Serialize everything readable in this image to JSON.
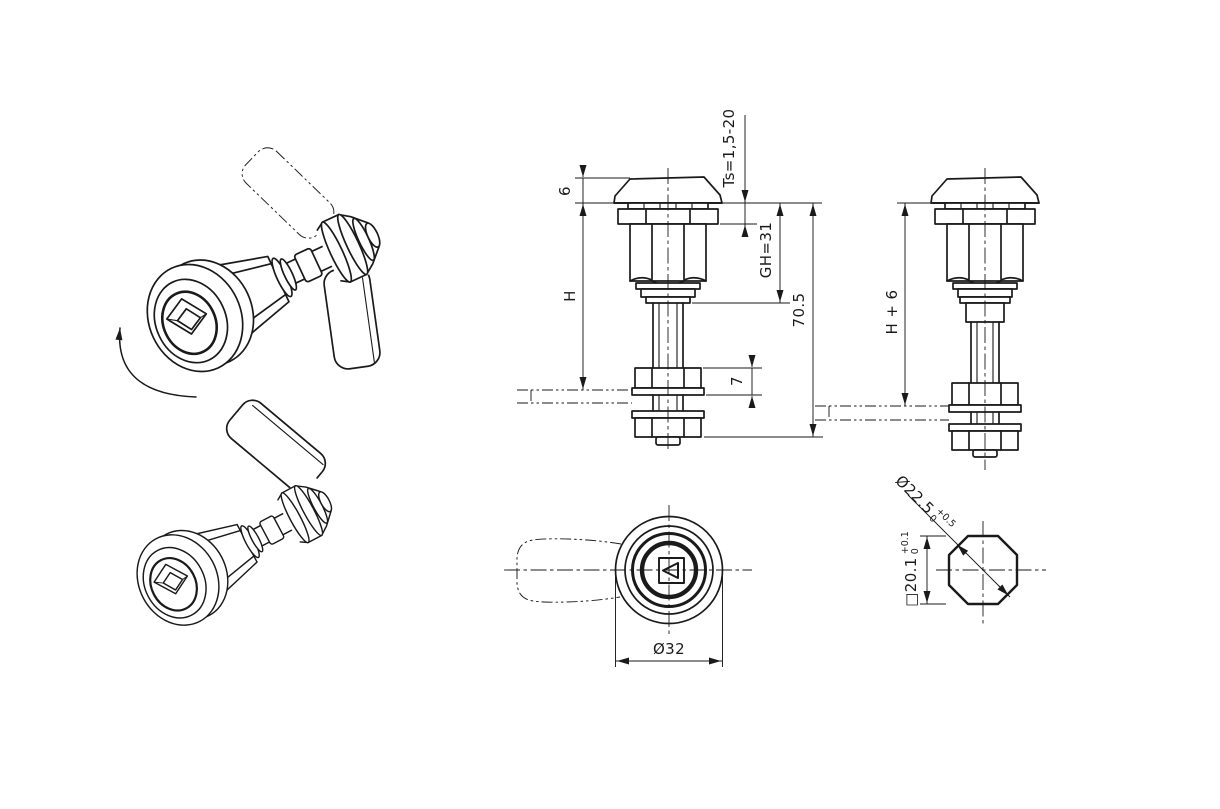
{
  "page": {
    "background": "#ffffff",
    "line_color": "#1a1a1a"
  },
  "dimensions": {
    "head_height": "6",
    "clamping_range": "Ts=1,5-20",
    "thread_length": "GH=31",
    "grip_length": "H",
    "cam_thickness": "7",
    "overall_length": "70.5",
    "grip_length_long": "H + 6",
    "head_diameter": "Ø32",
    "cutout_diameter": {
      "value": "Ø22.5",
      "tol_upper": "+0.5",
      "tol_lower": "0"
    },
    "cutout_square": {
      "value": "□20.1",
      "tol_upper": "+0.1",
      "tol_lower": "0"
    }
  }
}
